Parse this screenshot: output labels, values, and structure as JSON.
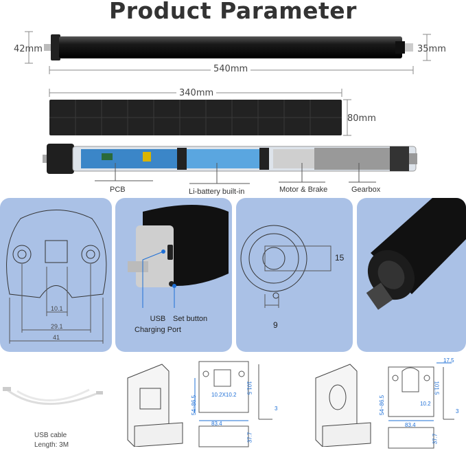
{
  "title": "Product Parameter",
  "motor": {
    "dia_left": "42mm",
    "dia_right": "35mm",
    "length": "540mm"
  },
  "solar": {
    "width": "340mm",
    "height": "80mm"
  },
  "components": [
    "PCB",
    "Li-battery built-in",
    "Motor & Brake",
    "Gearbox"
  ],
  "panel1": {
    "d_inner": "10.1",
    "d_mid": "29.1",
    "d_outer": "41"
  },
  "panel2": {
    "usb_label": "USB\nCharging Port",
    "set_label": "Set button"
  },
  "panel3": {
    "dim_h": "15",
    "dim_v": "9"
  },
  "cable": {
    "line1": "USB cable",
    "line2": "Length: 3M"
  },
  "bracket1": {
    "slot": "10.2X10.2",
    "height": "54~86.5",
    "height2": "101.5",
    "width": "83.4",
    "thick": "3",
    "depth": "37.7"
  },
  "bracket2": {
    "top": "17.5",
    "height": "54~86.5",
    "height2": "101.5",
    "slot": "10.2",
    "width": "83.4",
    "thick": "3",
    "depth": "37.7"
  }
}
